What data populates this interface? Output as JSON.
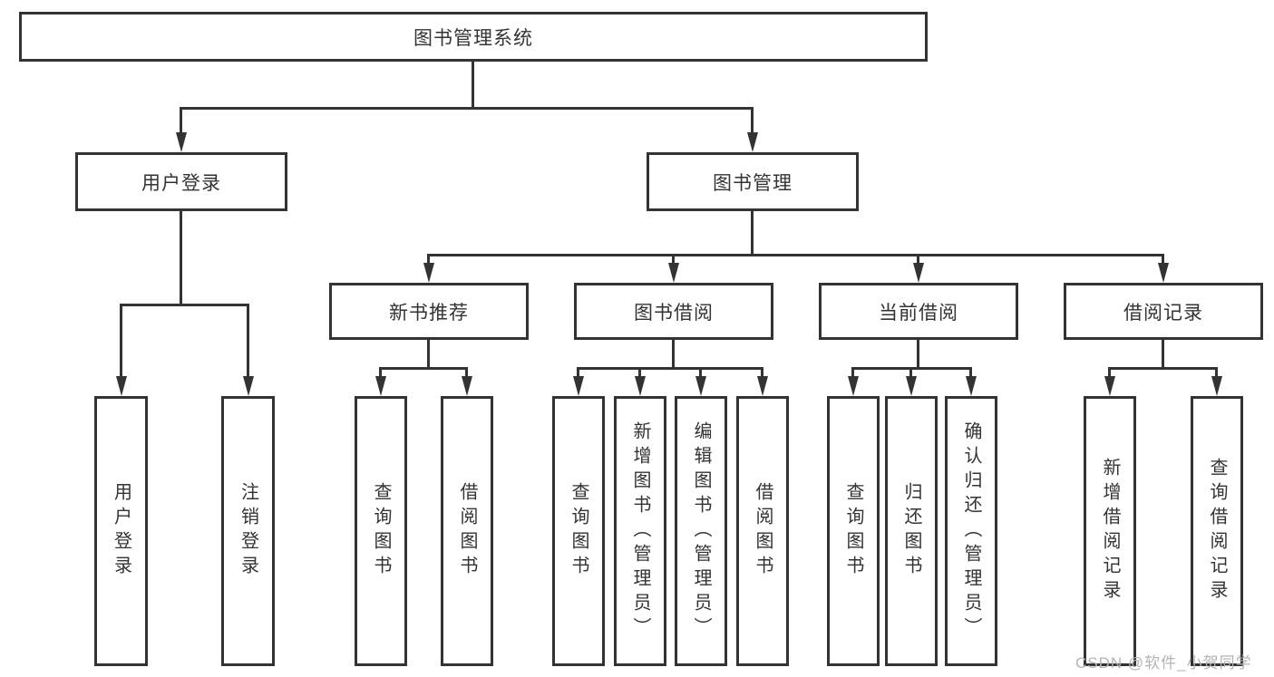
{
  "page": {
    "background": "#ffffff"
  },
  "colors": {
    "line": "#333333",
    "text": "#333333",
    "watermark": "#b3b3b3"
  },
  "diagram": {
    "root": {
      "label": "图书管理系统"
    },
    "level2": [
      {
        "label": "用户登录"
      },
      {
        "label": "图书管理"
      }
    ],
    "level3": [
      {
        "label": "新书推荐"
      },
      {
        "label": "图书借阅"
      },
      {
        "label": "当前借阅"
      },
      {
        "label": "借阅记录"
      }
    ],
    "groups": [
      {
        "parent": "用户登录",
        "children": [
          {
            "label": "用户登录"
          },
          {
            "label": "注销登录"
          }
        ]
      },
      {
        "parent": "新书推荐",
        "children": [
          {
            "label": "查询图书"
          },
          {
            "label": "借阅图书"
          }
        ]
      },
      {
        "parent": "图书借阅",
        "children": [
          {
            "label": "查询图书"
          },
          {
            "label": "新增图书（管理员）"
          },
          {
            "label": "编辑图书（管理员）"
          },
          {
            "label": "借阅图书"
          }
        ]
      },
      {
        "parent": "当前借阅",
        "children": [
          {
            "label": "查询图书"
          },
          {
            "label": "归还图书"
          },
          {
            "label": "确认归还（管理员）"
          }
        ]
      },
      {
        "parent": "借阅记录",
        "children": [
          {
            "label": "新增借阅记录"
          },
          {
            "label": "查询借阅记录"
          }
        ]
      }
    ]
  },
  "watermark": {
    "text": "CSDN @软件_小贺同学"
  }
}
